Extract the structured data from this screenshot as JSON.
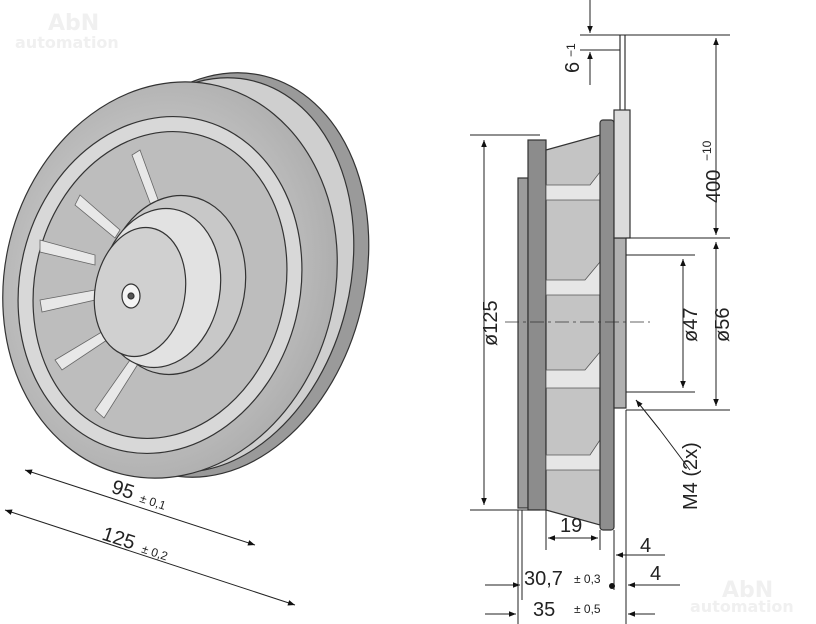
{
  "watermark": {
    "line1": "AbN",
    "line2": "automation"
  },
  "front_view": {
    "dim_inner": {
      "value": "95",
      "tolerance": "± 0,1"
    },
    "dim_outer": {
      "value": "125",
      "tolerance": "± 0,2"
    }
  },
  "side_view": {
    "cable_strip": {
      "value": "6",
      "tolerance": "−1"
    },
    "cable_length": {
      "value": "400",
      "tolerance": "−10"
    },
    "diameter_outer": "ø125",
    "diameter_hub": "ø47",
    "diameter_mount": "ø56",
    "thread": "M4 (2x)",
    "depth_blade": "19",
    "flange_1": "4",
    "flange_2": "4",
    "depth_body": {
      "value": "30,7",
      "tolerance": "± 0,3"
    },
    "depth_total": {
      "value": "35",
      "tolerance": "± 0,5"
    }
  },
  "colors": {
    "line": "#222222",
    "body": "#b8b8b8",
    "flange": "#8c8c8c",
    "light": "#dcdcdc"
  }
}
